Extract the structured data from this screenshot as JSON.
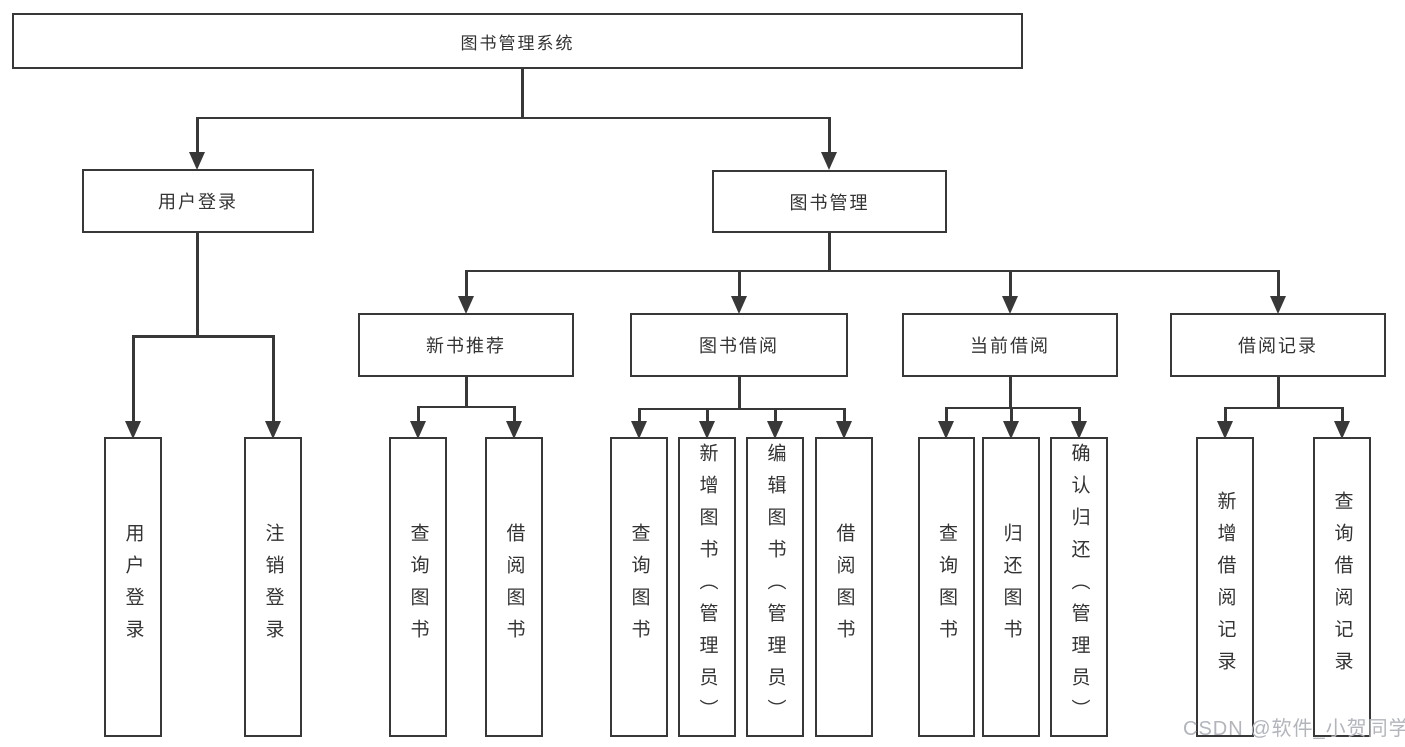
{
  "diagram": {
    "title": "图书管理系统",
    "level2": [
      "用户登录",
      "图书管理"
    ],
    "level3": [
      "新书推荐",
      "图书借阅",
      "当前借阅",
      "借阅记录"
    ],
    "leaves_login": [
      "用户登录",
      "注销登录"
    ],
    "leaves_recommend": [
      "查询图书",
      "借阅图书"
    ],
    "leaves_borrow": [
      "查询图书",
      "新增图书（管理员）",
      "编辑图书（管理员）",
      "借阅图书"
    ],
    "leaves_current": [
      "查询图书",
      "归还图书",
      "确认归还（管理员）"
    ],
    "leaves_records": [
      "新增借阅记录",
      "查询借阅记录"
    ]
  },
  "watermark": "CSDN @软件_小贺同学",
  "colors": {
    "line": "#383838",
    "text": "#333333",
    "watermark_text": "#b2b5bc",
    "background": "#ffffff"
  }
}
